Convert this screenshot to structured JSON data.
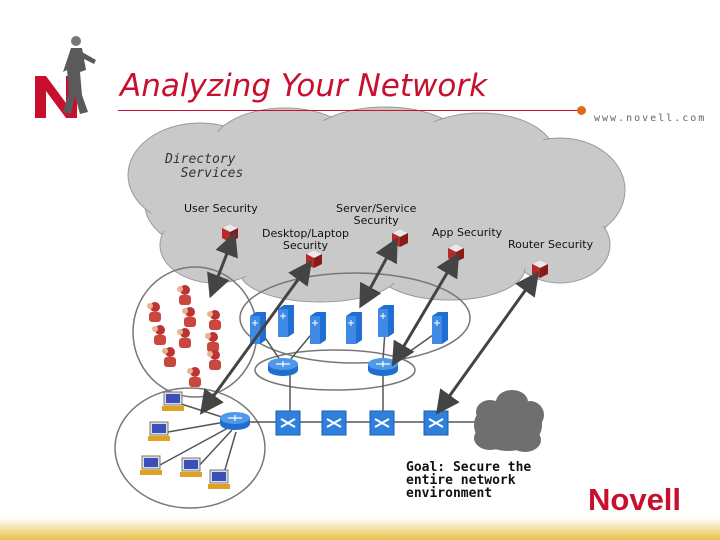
{
  "header": {
    "title": "Analyzing Your Network",
    "url": "www.novell.com",
    "brand": "Novell",
    "logo_letter": "N"
  },
  "cloud": {
    "directory_label": "Directory\n  Services",
    "labels": {
      "user_security": "User Security",
      "server_service_security": "Server/Service\nSecurity",
      "desktop_laptop_security": "Desktop/Laptop\nSecurity",
      "app_security": "App Security",
      "router_security": "Router Security"
    }
  },
  "goal": "Goal: Secure the\nentire network\nenvironment",
  "icons": {
    "cloud": "cloud-shape",
    "security_cube": "cube-icon",
    "users": "person-icon",
    "workstation": "computer-icon",
    "server": "server-tower-icon",
    "router": "router-icon",
    "switch": "switch-icon",
    "internet": "internet-cloud-icon"
  },
  "colors": {
    "accent": "#c8102e",
    "cloud_fill": "#c9c9c9",
    "device_blue": "#1e6fd0",
    "arrow": "#444444"
  }
}
